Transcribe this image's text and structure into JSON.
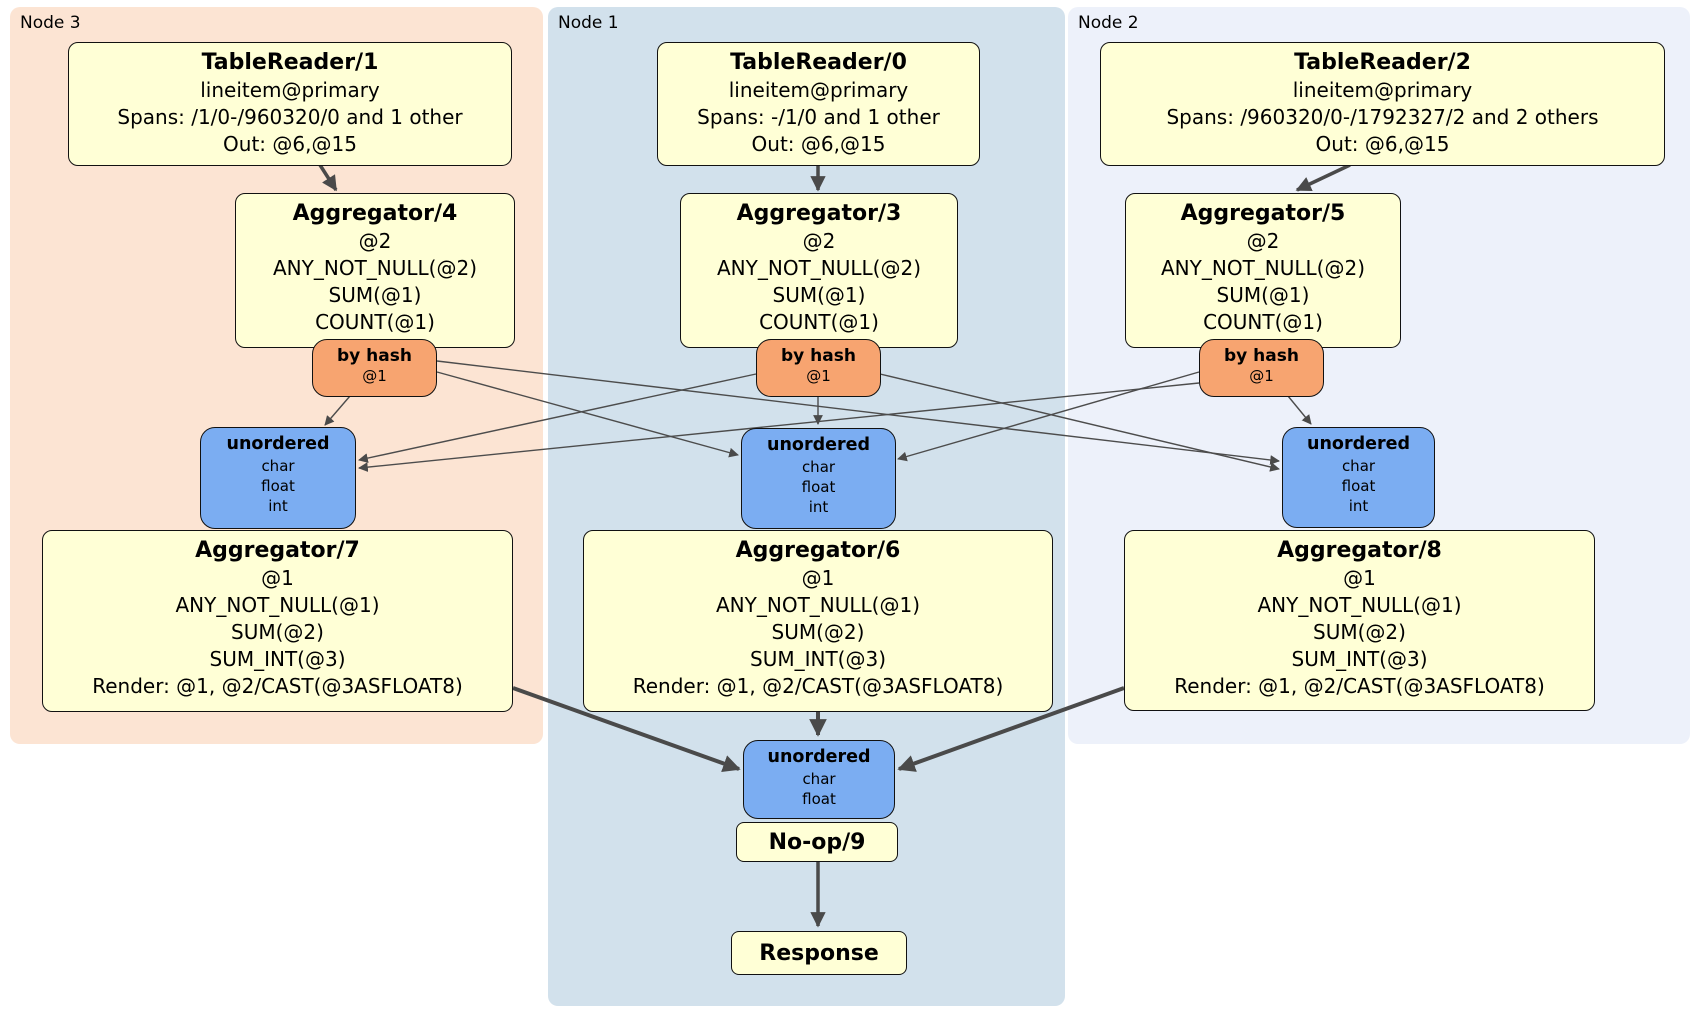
{
  "colors": {
    "node3_region_bg": "#fce4d3",
    "node1_region_bg": "#d2e1ec",
    "node2_region_bg": "#edf1fa",
    "processor_bg": "#ffffd6",
    "router_bg": "#f7a470",
    "sync_bg": "#7badf2",
    "edge": "#4a4a4a"
  },
  "regions": {
    "node3": {
      "label": "Node 3"
    },
    "node1": {
      "label": "Node 1"
    },
    "node2": {
      "label": "Node 2"
    }
  },
  "processors": {
    "tablereader1": {
      "title": "TableReader/1",
      "lines": [
        "lineitem@primary",
        "Spans: /1/0-/960320/0 and 1 other",
        "Out: @6,@15"
      ]
    },
    "aggregator4": {
      "title": "Aggregator/4",
      "lines": [
        "@2",
        "ANY_NOT_NULL(@2)",
        "SUM(@1)",
        "COUNT(@1)"
      ]
    },
    "aggregator7": {
      "title": "Aggregator/7",
      "lines": [
        "@1",
        "ANY_NOT_NULL(@1)",
        "SUM(@2)",
        "SUM_INT(@3)",
        "Render: @1, @2/CAST(@3ASFLOAT8)"
      ]
    },
    "tablereader0": {
      "title": "TableReader/0",
      "lines": [
        "lineitem@primary",
        "Spans: -/1/0 and 1 other",
        "Out: @6,@15"
      ]
    },
    "aggregator3": {
      "title": "Aggregator/3",
      "lines": [
        "@2",
        "ANY_NOT_NULL(@2)",
        "SUM(@1)",
        "COUNT(@1)"
      ]
    },
    "aggregator6": {
      "title": "Aggregator/6",
      "lines": [
        "@1",
        "ANY_NOT_NULL(@1)",
        "SUM(@2)",
        "SUM_INT(@3)",
        "Render: @1, @2/CAST(@3ASFLOAT8)"
      ]
    },
    "tablereader2": {
      "title": "TableReader/2",
      "lines": [
        "lineitem@primary",
        "Spans: /960320/0-/1792327/2 and 2 others",
        "Out: @6,@15"
      ]
    },
    "aggregator5": {
      "title": "Aggregator/5",
      "lines": [
        "@2",
        "ANY_NOT_NULL(@2)",
        "SUM(@1)",
        "COUNT(@1)"
      ]
    },
    "aggregator8": {
      "title": "Aggregator/8",
      "lines": [
        "@1",
        "ANY_NOT_NULL(@1)",
        "SUM(@2)",
        "SUM_INT(@3)",
        "Render: @1, @2/CAST(@3ASFLOAT8)"
      ]
    },
    "noop9": {
      "title": "No-op/9"
    },
    "response": {
      "title": "Response"
    }
  },
  "routers": {
    "hash_node3": {
      "title": "by hash",
      "detail": "@1"
    },
    "hash_node1": {
      "title": "by hash",
      "detail": "@1"
    },
    "hash_node2": {
      "title": "by hash",
      "detail": "@1"
    }
  },
  "syncs": {
    "unordered_node3": {
      "title": "unordered",
      "lines": [
        "char",
        "float",
        "int"
      ]
    },
    "unordered_node1": {
      "title": "unordered",
      "lines": [
        "char",
        "float",
        "int"
      ]
    },
    "unordered_node2": {
      "title": "unordered",
      "lines": [
        "char",
        "float",
        "int"
      ]
    },
    "unordered_final": {
      "title": "unordered",
      "lines": [
        "char",
        "float"
      ]
    }
  }
}
